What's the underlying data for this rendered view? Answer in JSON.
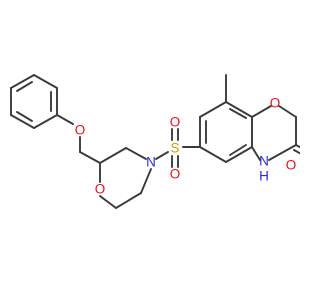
{
  "colors": {
    "bond": "#3a3a3a",
    "carbon": "#3a3a3a",
    "oxygen": "#e8101a",
    "nitrogen": "#2828e6",
    "sulfur": "#c8a400",
    "background": "#ffffff"
  },
  "atom_labels": {
    "O_ring_top": "O",
    "O_carbonyl": "O",
    "NH": "N",
    "NH_h": "H",
    "S": "S",
    "O_sulfonyl_top": "O",
    "O_sulfonyl_bottom": "O",
    "N_morpholine": "N",
    "O_morpholine": "O",
    "O_ether": "O"
  }
}
